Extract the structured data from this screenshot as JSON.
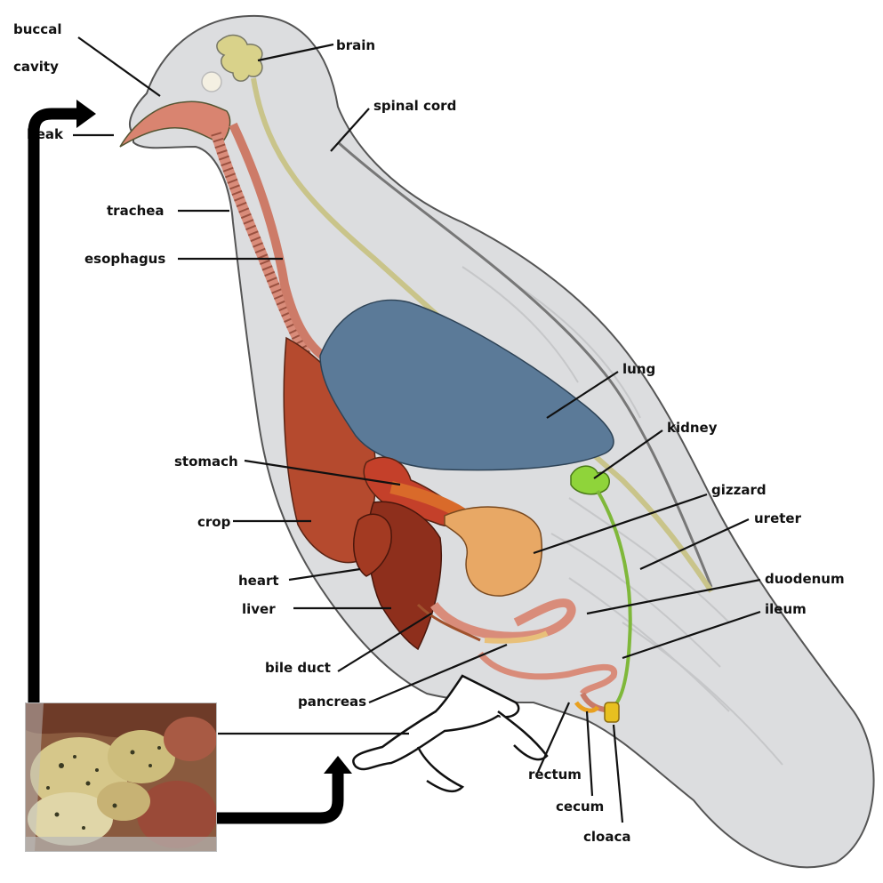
{
  "diagram": {
    "labels": {
      "buccal": [
        "buccal",
        "cavity"
      ],
      "beak": "beak",
      "brain": "brain",
      "spinal": "spinal cord",
      "trachea": "trachea",
      "esophagus": "esophagus",
      "lung": "lung",
      "kidney": "kidney",
      "stomach": "stomach",
      "gizzard": "gizzard",
      "crop": "crop",
      "ureter": "ureter",
      "heart": "heart",
      "duodenum": "duodenum",
      "liver": "liver",
      "ileum": "ileum",
      "bile": "bile duct",
      "pancreas": "pancreas",
      "rectum": "rectum",
      "cecum": "cecum",
      "cloaca": "cloaca"
    },
    "colors": {
      "body": "#d9dadc",
      "lung": "#5b7a98",
      "crop": "#b54a2e",
      "liver": "#8e2f1c",
      "gizzard": "#e8a865",
      "stomach": "#d96a2a",
      "intestine": "#d98c7a",
      "kidney": "#8fd43a",
      "arrow": "#000000"
    }
  },
  "photo": {
    "name": "cooked-meat-photo"
  }
}
